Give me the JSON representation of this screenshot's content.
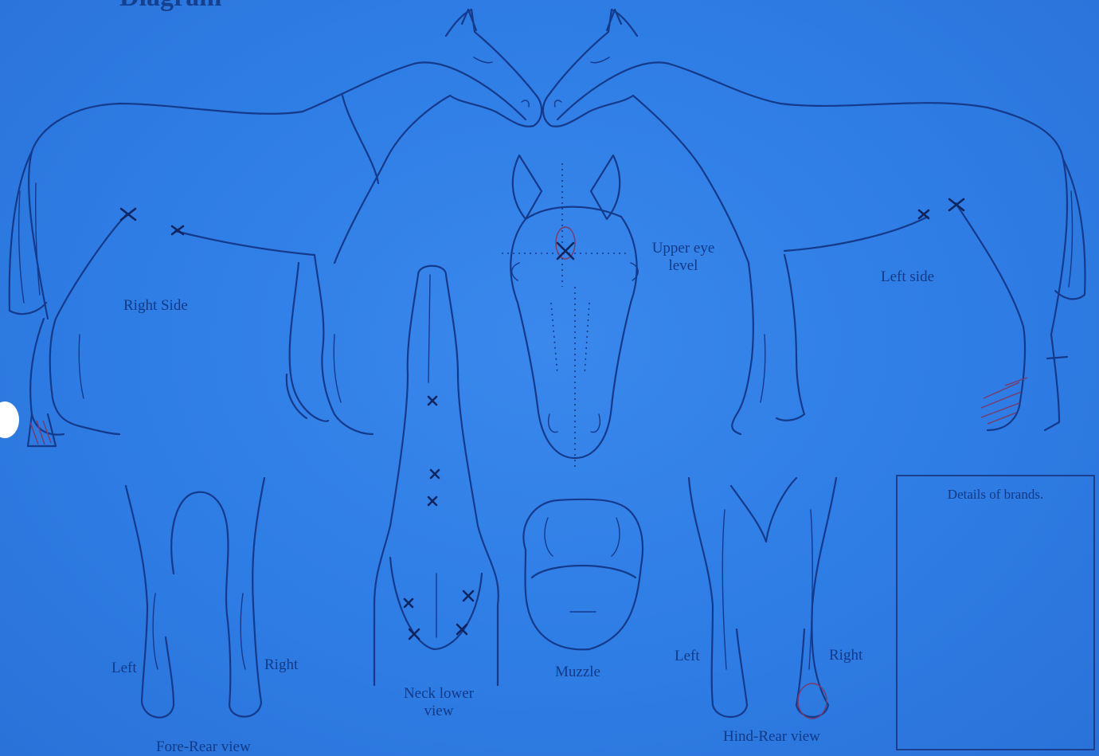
{
  "title": "Diagram",
  "labels": {
    "right_side": "Right Side",
    "left_side": "Left side",
    "upper_eye_level": "Upper eye level",
    "neck_lower_view": "Neck lower view",
    "muzzle": "Muzzle",
    "fore_rear_view": "Fore-Rear view",
    "fore_left": "Left",
    "fore_right": "Right",
    "hind_rear_view": "Hind-Rear view",
    "hind_left": "Left",
    "hind_right": "Right",
    "details_of_brands": "Details of brands."
  },
  "colors": {
    "paper": "#2f7ee6",
    "ink": "#153a8c",
    "marks": "#0f2560",
    "white_sock": "#7a3a6a"
  },
  "icons": [
    "horse-right-side-outline",
    "horse-left-side-outline",
    "horse-head-front-outline",
    "neck-lower-view-outline",
    "muzzle-outline",
    "fore-legs-rear-outline",
    "hind-legs-rear-outline"
  ]
}
